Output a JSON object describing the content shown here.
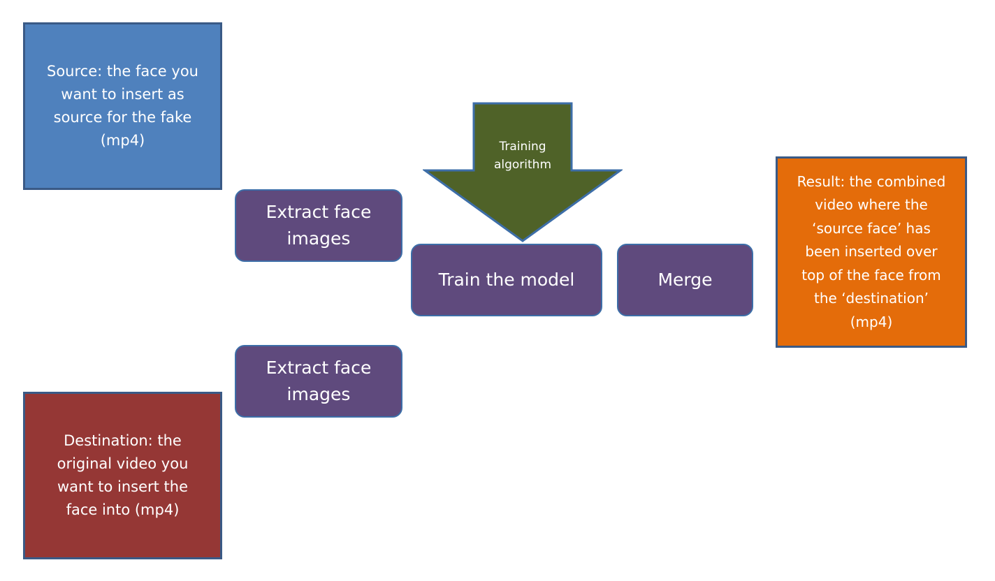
{
  "diagram": {
    "source": {
      "text": "Source: the face you\nwant to insert as\nsource for the  fake\n(mp4)",
      "color": "#4f81bd"
    },
    "destination": {
      "text": "Destination: the\noriginal video you\nwant to insert the\nface into (mp4)",
      "color": "#953735"
    },
    "extract_top": {
      "text": "Extract face\nimages"
    },
    "extract_bottom": {
      "text": "Extract face\nimages"
    },
    "train": {
      "text": "Train the model"
    },
    "merge": {
      "text": "Merge"
    },
    "training_arrow": {
      "text": "Training\nalgorithm",
      "color": "#4f6228"
    },
    "result": {
      "text": "Result: the combined\nvideo where the\n‘source face’ has\nbeen inserted over\ntop of the face from\nthe ‘destination’\n(mp4)",
      "color": "#e46c0a"
    }
  }
}
